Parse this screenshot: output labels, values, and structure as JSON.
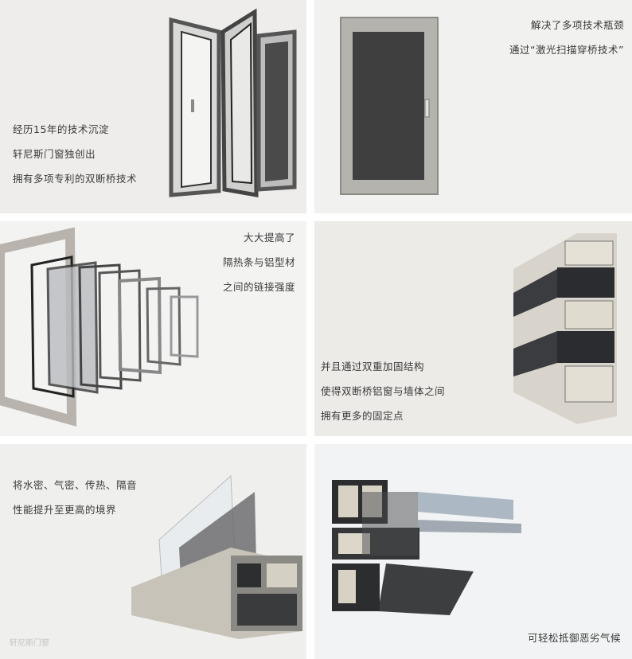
{
  "panels": [
    {
      "lines": [
        "经历15年的技术沉淀",
        "轩尼斯门窗独创出",
        "拥有多项专利的双断桥技术"
      ]
    },
    {
      "lines": [
        "解决了多项技术瓶颈",
        "通过“激光扫描穿桥技术”"
      ]
    },
    {
      "lines": [
        "大大提高了",
        "隔热条与铝型材",
        "之间的链接强度"
      ]
    },
    {
      "lines": [
        "并且通过双重加固结构",
        "使得双断桥铝窗与墙体之间",
        "拥有更多的固定点"
      ]
    },
    {
      "lines": [
        "将水密、气密、传热、隔音",
        "性能提升至更高的境界"
      ]
    },
    {
      "lines": [
        "可轻松抵御恶劣气候"
      ]
    }
  ],
  "watermark": "轩尼斯门窗"
}
